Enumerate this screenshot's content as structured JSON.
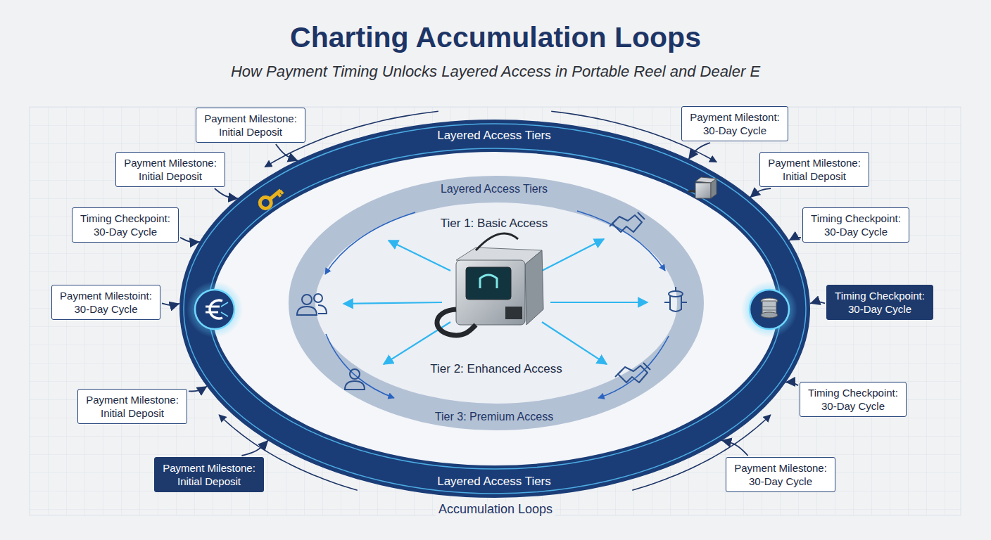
{
  "diagram": {
    "title": "Charting Accumulation Loops",
    "nodes": [
      {
        "text": [
          "Layered Access Tiers",
          "Layered Access Tiers"
        ]
      },
      {
        "text": [
          "Layered Access Tiers",
          "Tier 1: Basic Access",
          "Tier 2: Enhanced Access",
          "Tier 3: Premium Access"
        ],
        "in": 0
      },
      {
        "text": [
          "Payment Milestone:",
          "Initial Deposit"
        ]
      },
      {
        "text": [
          "Payment Milestone:",
          "Initial Deposit"
        ]
      },
      {
        "text": [
          "Timing Checkpoint:",
          "30-Day Cycle"
        ]
      },
      {
        "text": [
          "Payment Milestoint:",
          "30-Day Cycle"
        ]
      },
      {
        "text": [
          "Payment Milestone:",
          "Initial Deposit"
        ]
      },
      {
        "text": [
          "Payment Milestone:",
          "Initial Deposit"
        ]
      },
      {
        "text": [
          "Payment Milestont:",
          "30-Day Cycle"
        ]
      },
      {
        "text": [
          "Payment Milestone:",
          "Initial Deposit"
        ]
      },
      {
        "text": [
          "Timing Checkpoint:",
          "30-Day Cycle"
        ]
      },
      {
        "text": [
          "Timing Checkpoint:",
          "30-Day Cycle"
        ]
      },
      {
        "text": [
          "Timing Checkpoint:",
          "30-Day Cycle"
        ]
      },
      {
        "text": [
          "Payment Milestone:",
          "30-Day Cycle"
        ]
      }
    ],
    "edges": [
      {
        "from": 2,
        "to": 0,
        "arrow": "to"
      },
      {
        "from": 3,
        "to": 0,
        "arrow": "to"
      },
      {
        "from": 4,
        "to": 0,
        "arrow": "to"
      },
      {
        "from": 5,
        "to": 0,
        "arrow": "to"
      },
      {
        "from": 6,
        "to": 0,
        "arrow": "to"
      },
      {
        "from": 7,
        "to": 0,
        "arrow": "to"
      },
      {
        "from": 8,
        "to": 0,
        "arrow": "to"
      },
      {
        "from": 9,
        "to": 0,
        "arrow": "to"
      },
      {
        "from": 10,
        "to": 0,
        "arrow": "to"
      },
      {
        "from": 11,
        "to": 0,
        "arrow": "to"
      },
      {
        "from": 12,
        "to": 0,
        "arrow": "to"
      },
      {
        "from": 13,
        "to": 0,
        "arrow": "to"
      }
    ],
    "labels": [
      "How Payment Timing Unlocks Layered Access in Portable Reel and Dealer E",
      "Accumulation Loops"
    ]
  }
}
